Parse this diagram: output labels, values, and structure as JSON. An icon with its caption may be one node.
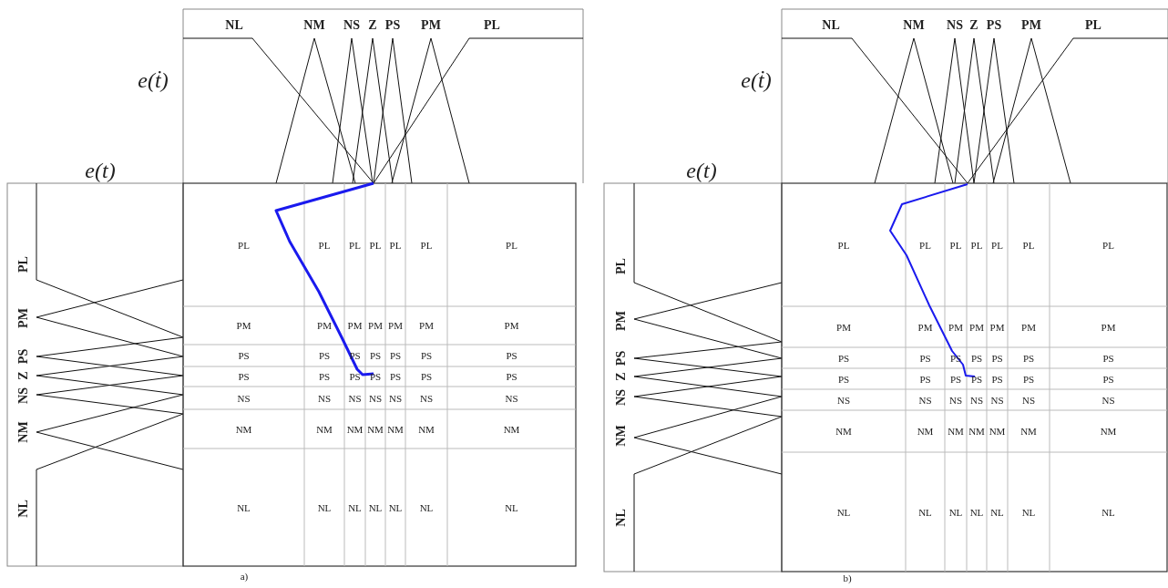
{
  "diagram": {
    "labels": [
      "e(ṫ)",
      "e(t)",
      "NL",
      "NM",
      "NS",
      "Z",
      "PS",
      "PM",
      "PL",
      "PL",
      "PM",
      "PS",
      "Z",
      "NS",
      "NM",
      "NL",
      "PL",
      "PL",
      "PL",
      "PL",
      "PL",
      "PL",
      "PL",
      "PM",
      "PM",
      "PM",
      "PM",
      "PM",
      "PM",
      "PM",
      "PS",
      "PS",
      "PS",
      "PS",
      "PS",
      "PS",
      "PS",
      "PS",
      "PS",
      "PS",
      "PS",
      "PS",
      "PS",
      "PS",
      "NS",
      "NS",
      "NS",
      "NS",
      "NS",
      "NS",
      "NS",
      "NM",
      "NM",
      "NM",
      "NM",
      "NM",
      "NM",
      "NM",
      "NL",
      "NL",
      "NL",
      "NL",
      "NL",
      "NL",
      "NL",
      "a)",
      "e(ṫ)",
      "e(t)",
      "NL",
      "NM",
      "NS",
      "Z",
      "PS",
      "PM",
      "PL",
      "PL",
      "PM",
      "PS",
      "Z",
      "NS",
      "NM",
      "NL",
      "PL",
      "PL",
      "PL",
      "PL",
      "PL",
      "PL",
      "PL",
      "PM",
      "PM",
      "PM",
      "PM",
      "PM",
      "PM",
      "PM",
      "PS",
      "PS",
      "PS",
      "PS",
      "PS",
      "PS",
      "PS",
      "PS",
      "PS",
      "PS",
      "PS",
      "PS",
      "PS",
      "PS",
      "NS",
      "NS",
      "NS",
      "NS",
      "NS",
      "NS",
      "NS",
      "NM",
      "NM",
      "NM",
      "NM",
      "NM",
      "NM",
      "NM",
      "NL",
      "NL",
      "NL",
      "NL",
      "NL",
      "NL",
      "NL",
      "b)"
    ]
  }
}
